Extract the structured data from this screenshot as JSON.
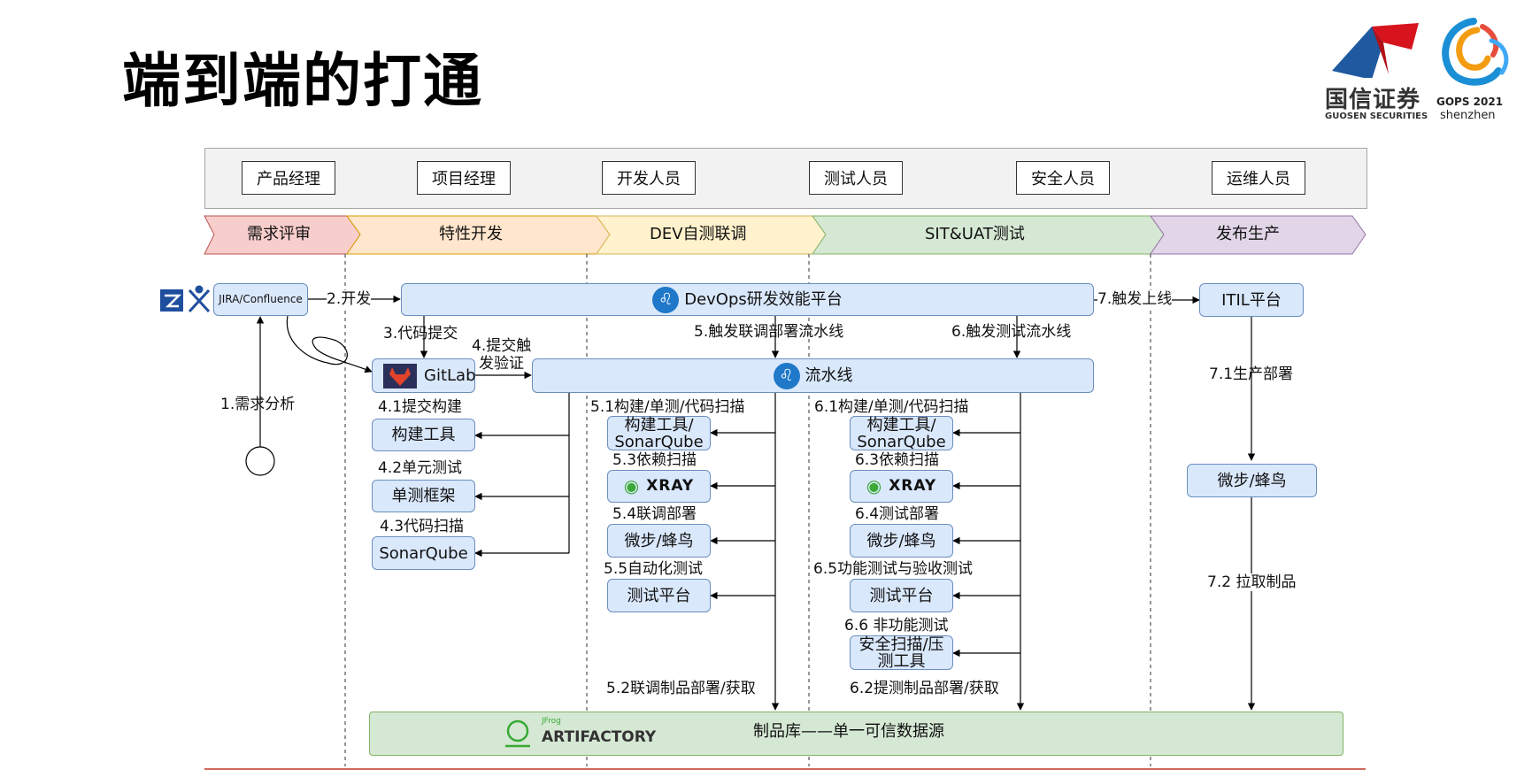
{
  "title": "端到端的打通",
  "logos": {
    "guosen_cn": "国信证券",
    "guosen_en": "GUOSEN SECURITIES",
    "gops": "GOPS 2021",
    "city": "shenzhen"
  },
  "roles": [
    "产品经理",
    "项目经理",
    "开发人员",
    "测试人员",
    "安全人员",
    "运维人员"
  ],
  "stages": [
    "需求评审",
    "特性开发",
    "DEV自测联调",
    "SIT&UAT测试",
    "发布生产"
  ],
  "stage_colors": {
    "fill": [
      "#f8cecc",
      "#ffe6cc",
      "#fff2cc",
      "#d5e8d4",
      "#e1d5e7"
    ],
    "stroke": [
      "#b85450",
      "#d79b00",
      "#d6b656",
      "#82b366",
      "#9673a6"
    ]
  },
  "nodes": {
    "jira": "JIRA/Confluence",
    "devops": "DevOps研发效能平台",
    "itil": "ITIL平台",
    "gitlab": "GitLab",
    "pipeline": "流水线",
    "build_tool": "构建工具",
    "unit_test": "单测框架",
    "sonarqube": "SonarQube",
    "build_sonar_a": "构建工具/",
    "build_sonar_b": "SonarQube",
    "xray": "XRAY",
    "deploy": "微步/蜂鸟",
    "test_platform": "测试平台",
    "security_a": "安全扫描/压",
    "security_b": "测工具",
    "prod_deploy": "微步/蜂鸟",
    "artifactory_brand": "JFrog",
    "artifactory": "ARTIFACTORY",
    "artifact_repo": "制品库——单一可信数据源"
  },
  "labels": {
    "req_analysis": "1.需求分析",
    "develop": "2.开发",
    "code_commit": "3.代码提交",
    "trigger_verify_a": "4.提交触",
    "trigger_verify_b": "发验证",
    "submit_build": "4.1提交构建",
    "unit_testing": "4.2单元测试",
    "code_scan": "4.3代码扫描",
    "trigger_integration": "5.触发联调部署流水线",
    "s51": "5.1构建/单测/代码扫描",
    "s53": "5.3依赖扫描",
    "s54": "5.4联调部署",
    "s55": "5.5自动化测试",
    "s52": "5.2联调制品部署/获取",
    "trigger_test": "6.触发测试流水线",
    "s61": "6.1构建/单测/代码扫描",
    "s63": "6.3依赖扫描",
    "s64": "6.4测试部署",
    "s65": "6.5功能测试与验收测试",
    "s66": "6.6 非功能测试",
    "s62": "6.2提测制品部署/获取",
    "trigger_release": "7.触发上线",
    "prod_deployment": "7.1生产部署",
    "pull_artifact": "7.2 拉取制品"
  }
}
